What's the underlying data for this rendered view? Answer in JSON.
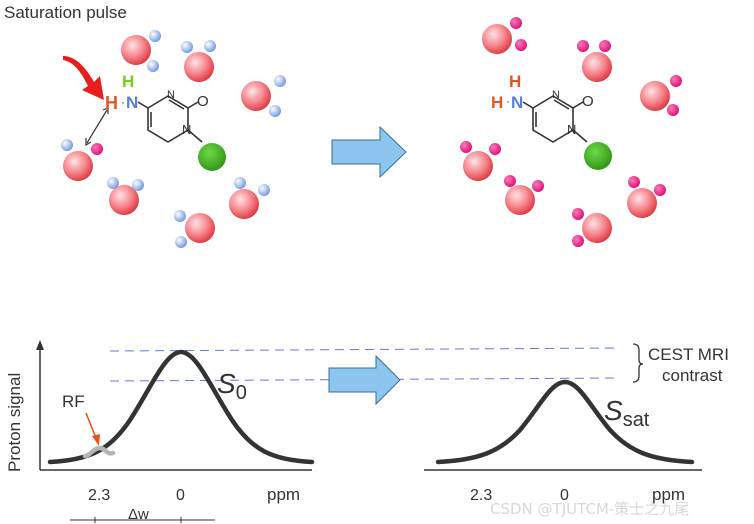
{
  "title": "Saturation pulse",
  "left_molecule": {
    "atom_h_top": "H",
    "atom_h_left": "H",
    "atom_n": "N",
    "atom_o": "O",
    "atom_n_ring": "N"
  },
  "right_molecule": {
    "atom_h_top": "H",
    "atom_h_left": "H",
    "atom_n": "N",
    "atom_o": "O",
    "atom_n_ring": "N"
  },
  "spectrum": {
    "y_axis_label": "Proton signal",
    "rf_label": "RF",
    "s0_main": "S",
    "s0_sub": "0",
    "ssat_main": "S",
    "ssat_sub": "sat",
    "contrast_line1": "CEST MRI",
    "contrast_line2": "contrast",
    "left_ticks": [
      "2.3",
      "0"
    ],
    "left_unit": "ppm",
    "delta_label": "Δw",
    "right_ticks": [
      "2.3",
      "0"
    ],
    "right_unit": "ppm"
  },
  "watermark": "CSDN @TJUTCM-策士之九尾",
  "colors": {
    "water_oxygen": "#f0606a",
    "water_h_unsat": "#8fb3f0",
    "water_h_sat": "#e8208a",
    "green_group": "#3aaa1f",
    "amine_h": "#e8541e",
    "amine_h_top": "#7ccc1a",
    "amine_n": "#5b7fd9",
    "arrow_fill": "#8cc6f0",
    "red_pulse": "#e81d1d",
    "dashed_line": "#5b7fd9"
  }
}
